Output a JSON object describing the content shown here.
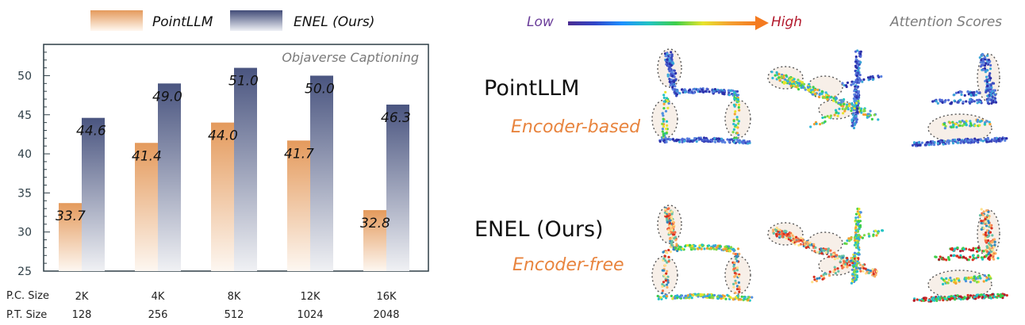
{
  "chart_data": {
    "type": "bar",
    "title": "Objaverse Captioning",
    "categories": [
      "2K",
      "4K",
      "8K",
      "12K",
      "16K"
    ],
    "secondary_categories": [
      "128",
      "256",
      "512",
      "1024",
      "2048"
    ],
    "row_labels": {
      "pc": "P.C. Size",
      "pt": "P.T. Size"
    },
    "series": [
      {
        "name": "PointLLM",
        "values": [
          33.7,
          41.4,
          44.0,
          41.7,
          32.8
        ],
        "labels": [
          "33.7",
          "41.4",
          "44.0",
          "41.7",
          "32.8"
        ],
        "color": "#e49a5c"
      },
      {
        "name": "ENEL (Ours)",
        "values": [
          44.6,
          49.0,
          51.0,
          50.0,
          46.3
        ],
        "labels": [
          "44.6",
          "49.0",
          "51.0",
          "50.0",
          "46.3"
        ],
        "color": "#4a5580"
      }
    ],
    "ylim": [
      25,
      54
    ],
    "yticks": [
      25,
      30,
      35,
      40,
      45,
      50
    ],
    "grid": false,
    "legend": "top"
  },
  "attention": {
    "low": "Low",
    "high": "High",
    "title": "Attention Scores",
    "rows": [
      {
        "method": "PointLLM",
        "type": "Encoder-based"
      },
      {
        "method": "ENEL (Ours)",
        "type": "Encoder-free"
      }
    ]
  },
  "colors": {
    "axis": "#2f3f47",
    "pointllm": "#e49a5c",
    "enel": "#4a5580"
  },
  "icons": [
    "chair-point-cloud",
    "airplane-point-cloud",
    "chair-point-cloud"
  ]
}
